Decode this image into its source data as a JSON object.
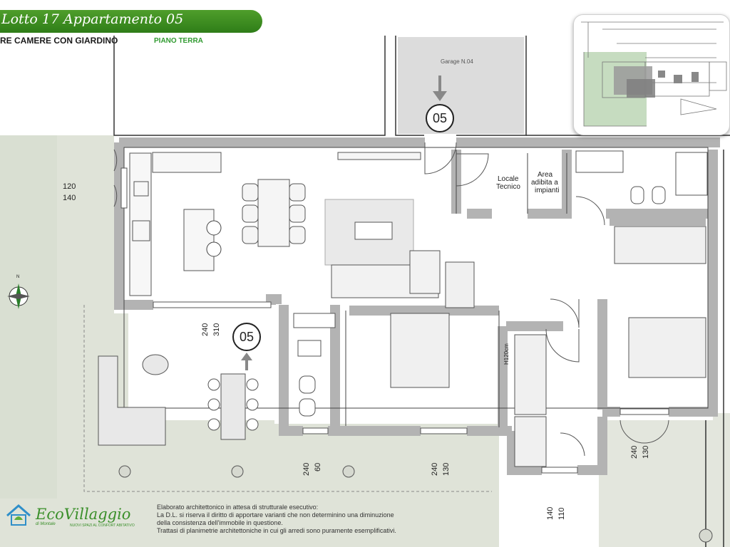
{
  "header": {
    "title": "Lotto  17 Appartamento 05",
    "subtitle": "RE CAMERE CON  GIARDINO",
    "level": "PIANO  TERRA"
  },
  "labels": {
    "garage": "Garage N.04",
    "locale_tecnico_1": "Locale",
    "locale_tecnico_2": "Tecnico",
    "area_impianti_1": "Area",
    "area_impianti_2": "adibita a",
    "area_impianti_3": "impianti",
    "window_height": "H120cm",
    "unit_top": "05",
    "unit_garden": "05",
    "compass_n": "N"
  },
  "dimensions": {
    "left_window_a": "120",
    "left_window_b": "140",
    "garden_door_a": "310",
    "garden_door_b": "240",
    "bath_window_a": "240",
    "bath_window_b": "60",
    "bedroom1_window_a": "240",
    "bedroom1_window_b": "130",
    "bedroom2_window_a": "140",
    "bedroom2_window_b": "110",
    "bedroom3_window_a": "240",
    "bedroom3_window_b": "130"
  },
  "notes": [
    "Elaborato architettonico in attesa di strutturale esecutivo:",
    "La D.L. si riserva il diritto di apportare varianti  che non determinino una diminuzione",
    "della consistenza dell'immobile in questione.",
    "Trattasi di planimetrie architettoniche in cui gli arredi sono puramente esemplificativi."
  ],
  "logo": {
    "brand": "EcoVillaggio",
    "location": "di Montale",
    "tagline": "NUOVI SPAZI AL CONFORT ABITATIVO"
  },
  "colors": {
    "banner": "#3d8f22",
    "garden": "#dfe3d8",
    "wall": "#bdbdbd",
    "lawn": "#c6dcc0"
  }
}
